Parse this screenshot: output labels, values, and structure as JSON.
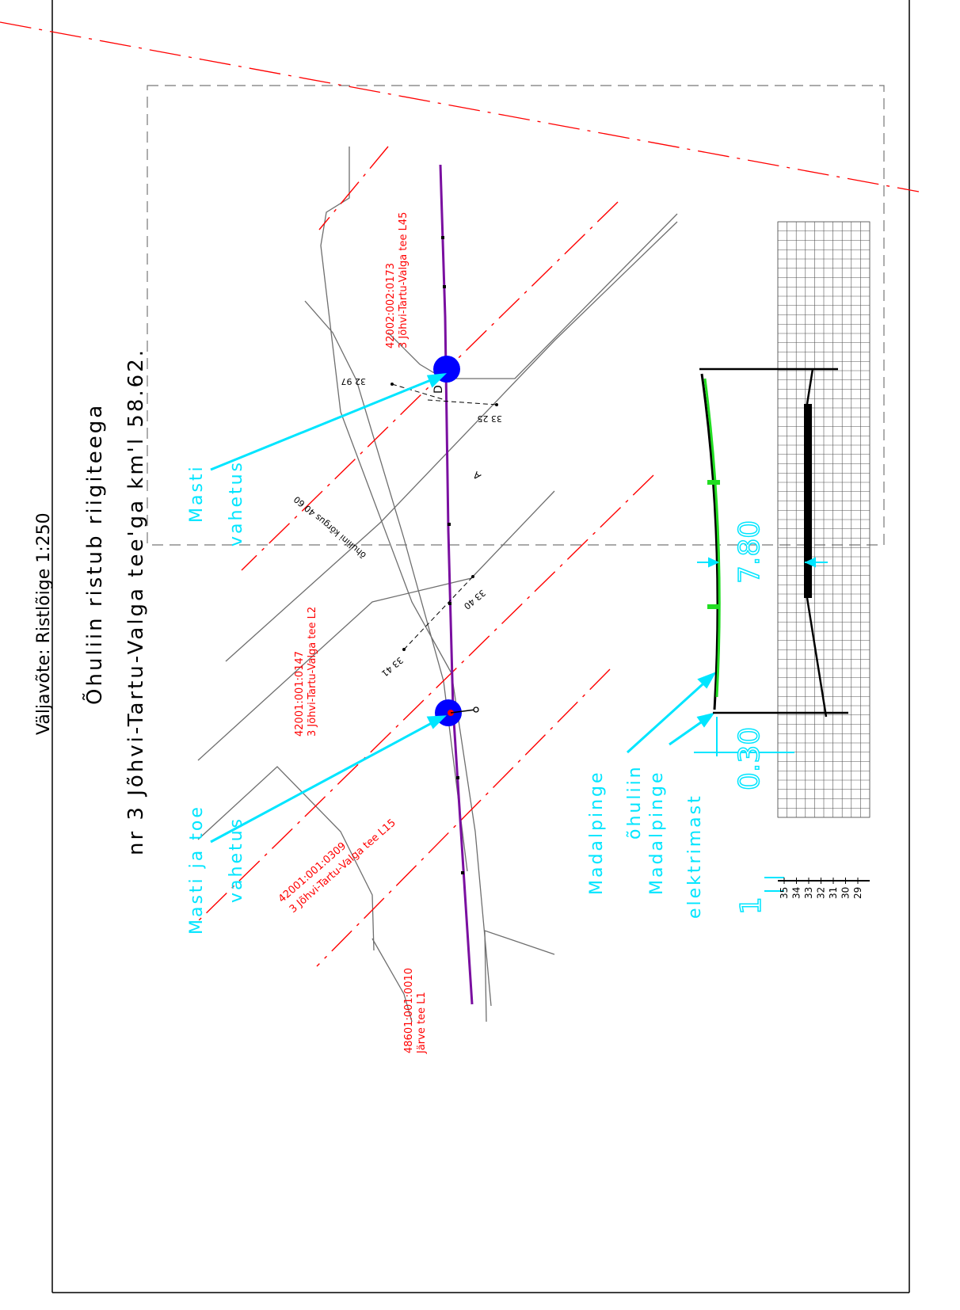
{
  "titles": {
    "extract": "Väljavõte: Ristlõige 1:250",
    "main_line1": "Õhuliin ristub riigiteega",
    "main_line2": "nr 3 Jõhvi-Tartu-Valga tee'ga km'l 58.62."
  },
  "parcels": [
    {
      "id": "42002:002:0173",
      "name": "3 Jõhvi-Tartu-Valga tee L45"
    },
    {
      "id": "42001:001:0147",
      "name": "3 Jõhvi-Tartu-Valga tee L2"
    },
    {
      "id": "42001:001:0309",
      "name": "3 Jõhvi-Tartu-Valga tee L15"
    },
    {
      "id": "48601:001:0010",
      "name": "Järve tee L1"
    }
  ],
  "elevations": [
    "32 97",
    "33 25",
    "33 40",
    "33 41"
  ],
  "marks": {
    "line_height": "õhuliini kõrgus 40 60",
    "arrow_a": "A",
    "mast_d": "D"
  },
  "callouts": {
    "mast_change": [
      "Masti",
      "vahetus"
    ],
    "mast_and_support_change": [
      "Masti ja toe",
      "vahetus"
    ],
    "lv_line": [
      "Madalpinge",
      "õhuliin"
    ],
    "lv_pole": [
      "Madalpinge",
      "elektrimast"
    ]
  },
  "profile": {
    "dim_left": "0.30",
    "dim_mid": "7.80",
    "dim_unit": "1",
    "scale_ticks": [
      "35",
      "34",
      "33",
      "32",
      "31",
      "30",
      "29"
    ]
  },
  "colors": {
    "red": "#ff0000",
    "cyan": "#00e5ff",
    "purple": "#7a0fa0",
    "blue": "#0000ff",
    "green": "#22dd22",
    "gray": "#6e6e6e"
  }
}
